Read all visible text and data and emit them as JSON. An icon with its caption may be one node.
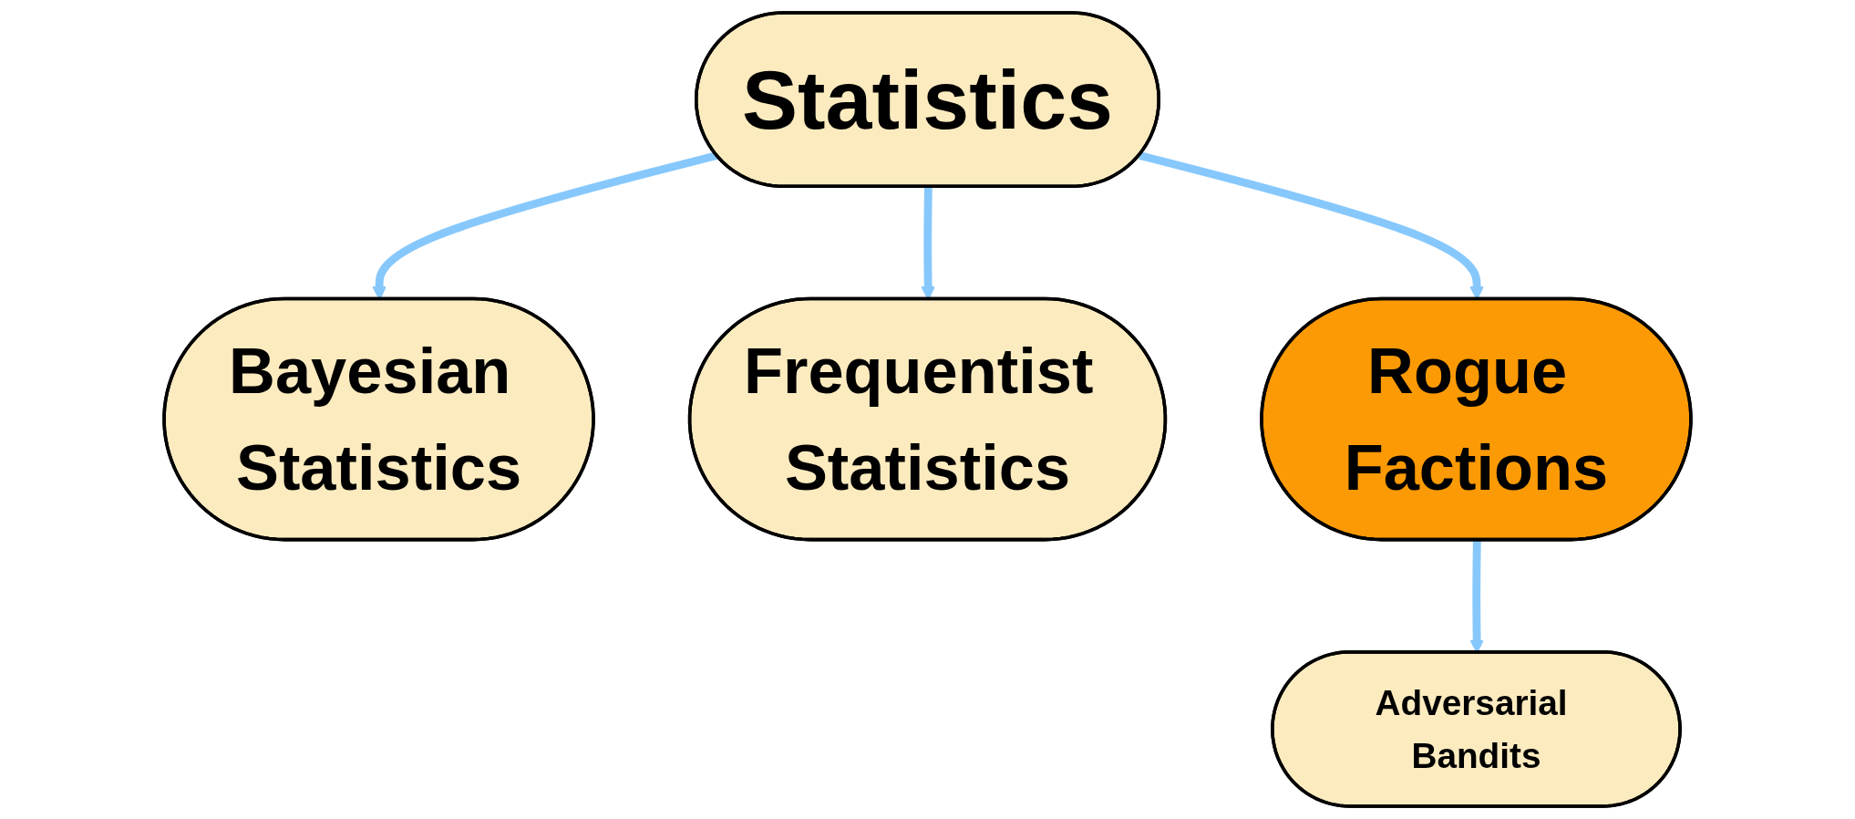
{
  "diagram": {
    "nodes": [
      {
        "text": [
          "Statistics"
        ]
      },
      {
        "text": [
          "Bayesian Statistics"
        ]
      },
      {
        "text": [
          "Frequentist Statistics"
        ]
      },
      {
        "text": [
          "Rogue Factions"
        ]
      },
      {
        "text": [
          "Adversarial Bandits"
        ]
      }
    ],
    "edges": [
      {
        "from": 0,
        "to": 1,
        "arrow": "to"
      },
      {
        "from": 0,
        "to": 2,
        "arrow": "to"
      },
      {
        "from": 0,
        "to": 3,
        "arrow": "to"
      },
      {
        "from": 3,
        "to": 4,
        "arrow": "to"
      }
    ]
  }
}
